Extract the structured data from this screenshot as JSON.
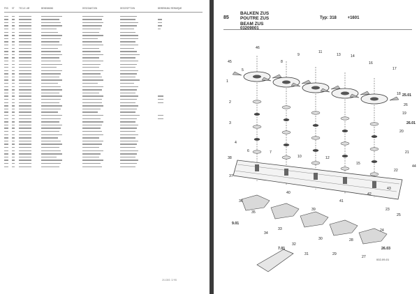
{
  "left_page": {
    "columns": [
      "POS",
      "ST",
      "TEILE-NR",
      "BENENNUNG",
      "DESIGNATION",
      "DESCRIPTION",
      "BEMERKUNG/REMARQUE"
    ],
    "footer": "211383 3/09"
  },
  "right_page": {
    "sheet_number": "85",
    "title_de": "BALKEN ZUS",
    "title_fr": "POUTRE ZUS",
    "title_en": "BEAM ZUS",
    "doc_code": "03209001",
    "type_label": "Typ: 318",
    "serial_label": "+1601",
    "date_code": "002-09-01",
    "callouts": [
      "1",
      "2",
      "3",
      "4",
      "5",
      "6",
      "7",
      "8",
      "9",
      "10",
      "11",
      "12",
      "13",
      "14",
      "15",
      "16",
      "17",
      "18",
      "19",
      "20",
      "21",
      "22",
      "23",
      "24",
      "25",
      "25.01",
      "26",
      "26.01",
      "26.03",
      "27",
      "28",
      "29",
      "30",
      "31",
      "32",
      "33",
      "34",
      "35",
      "36",
      "37",
      "38",
      "39",
      "40",
      "41",
      "42",
      "43",
      "44",
      "45",
      "46",
      "7.01",
      "9.01"
    ]
  }
}
